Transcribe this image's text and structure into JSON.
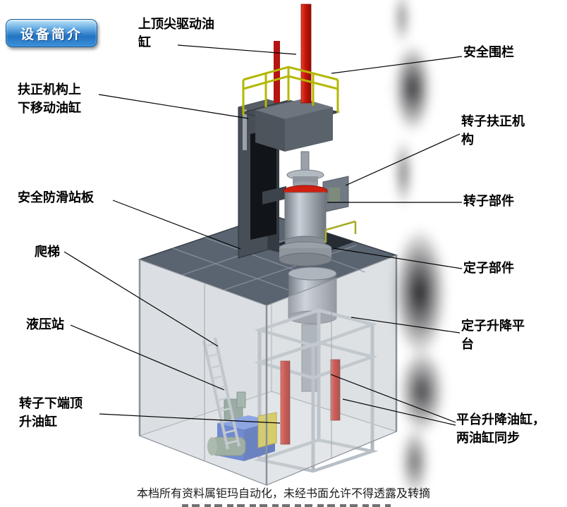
{
  "badge": {
    "label": "设备简介"
  },
  "callouts": [
    {
      "id": "top-drive-cylinder",
      "text": "上顶尖驱动油缸"
    },
    {
      "id": "safety-fence",
      "text": "安全围栏"
    },
    {
      "id": "centering-lift-cylinder",
      "text": "扶正机构上下移动油缸"
    },
    {
      "id": "rotor-centering-mechanism",
      "text": "转子扶正机构"
    },
    {
      "id": "anti-slip-platform",
      "text": "安全防滑站板"
    },
    {
      "id": "rotor-parts",
      "text": "转子部件"
    },
    {
      "id": "ladder",
      "text": "爬梯"
    },
    {
      "id": "stator-parts",
      "text": "定子部件"
    },
    {
      "id": "hydraulic-station",
      "text": "液压站"
    },
    {
      "id": "stator-lift-platform",
      "text": "定子升降平台"
    },
    {
      "id": "rotor-bottom-jack-cylinder",
      "text": "转子下端顶升油缸"
    },
    {
      "id": "platform-lift-cylinders",
      "text": "平台升降油缸，两油缸同步"
    }
  ],
  "footer": {
    "text": "本档所有资料属钜玛自动化，未经书面允许不得透露及转摘"
  },
  "colors": {
    "badge_blue": "#2273c1",
    "cylinder_red": "#c61408",
    "railing_yellow": "#b4b800",
    "platform_gray": "#5a6470",
    "frame_gray": "#b0b7be",
    "hydraulic_blue": "#2c55cc",
    "hydraulic_yellow": "#d8c728",
    "label_black": "#000000"
  }
}
